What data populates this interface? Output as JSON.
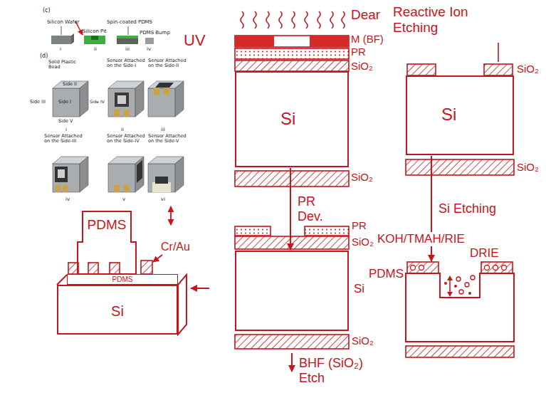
{
  "diagram": {
    "nodes": [
      {
        "text": [
          "Si"
        ]
      },
      {
        "text": [
          "Si"
        ]
      },
      {
        "text": [
          "Si"
        ]
      },
      {
        "text": [
          "PDMS"
        ]
      },
      {
        "text": [
          "PDMS"
        ]
      },
      {
        "text": [
          "PDMS"
        ]
      },
      {
        "text": [
          "Si"
        ]
      }
    ],
    "edges": [
      {
        "from": 0,
        "to": 1,
        "arrow": "to",
        "label": "PR Dev."
      },
      {
        "from": 2,
        "to": 3,
        "arrow": "to",
        "label": "Si Etching"
      }
    ],
    "labels": [
      "(c)",
      "Silicon Wafer",
      "Silicon Pit",
      "Spin-coated PDMS",
      "PDMS Bump",
      "i",
      "ii",
      "iii",
      "iv",
      "(d)",
      "Solid Plastic Bead",
      "Side II",
      "Side I",
      "Side III",
      "Side IV",
      "Side V",
      "i",
      "Sensor Attached on the Side-I",
      "ii",
      "Sensor Attached on the Side-II",
      "iii",
      "Sensor Attached on the Side-III",
      "iv",
      "Sensor Attached on the Side-IV",
      "v",
      "Sensor Attached on the Side-V",
      "vi",
      "UV",
      "Dear",
      "M (BF)",
      "PR",
      "SiO₂",
      "SiO₂",
      "PR",
      "SiO₂",
      "SiO₂",
      "BHF (SiO₂) Etch",
      "Reactive Ion Etching",
      "SiO₂",
      "SiO₂",
      "KOH/TMAH/RIE",
      "DRIE",
      "Cr/Au"
    ]
  }
}
